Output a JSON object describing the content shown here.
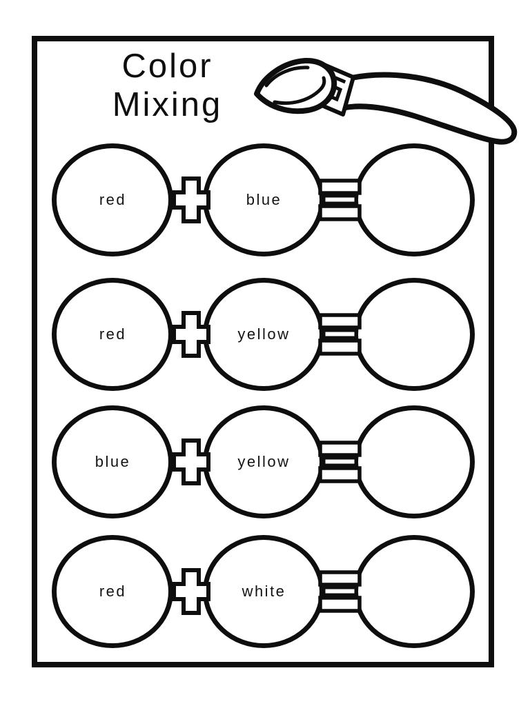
{
  "title": {
    "line1": "Color",
    "line2": "Mixing"
  },
  "rows": [
    {
      "left": "red",
      "right": "blue",
      "result": ""
    },
    {
      "left": "red",
      "right": "yellow",
      "result": ""
    },
    {
      "left": "blue",
      "right": "yellow",
      "result": ""
    },
    {
      "left": "red",
      "right": "white",
      "result": ""
    }
  ],
  "operators": {
    "plus": "+",
    "equals": "="
  },
  "icons": {
    "decoration": "paintbrush-icon"
  },
  "colors": {
    "ink": "#0e0e0e",
    "paper": "#ffffff"
  }
}
